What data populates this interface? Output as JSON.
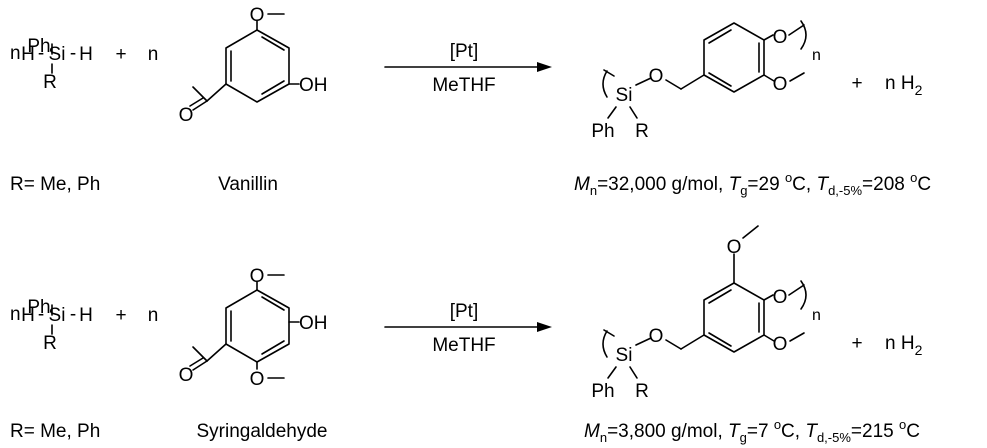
{
  "atoms": {
    "ph": "Ph",
    "h": "H",
    "si": "Si",
    "r": "R",
    "o": "O",
    "oh": "OH",
    "n": "n"
  },
  "glyphs": {
    "silane_dash": "-",
    "plus": "+",
    "coef": "n"
  },
  "reaction": {
    "catalyst": "[Pt]",
    "solvent": "MeTHF",
    "byproduct": "n H",
    "byproduct_sub": "2"
  },
  "rows": [
    {
      "substituent_label": "R= Me, Ph",
      "aldehyde_name": "Vanillin",
      "properties": {
        "mn_var": "M",
        "mn_sub": "n",
        "mn_value": "=32,000 g/mol, ",
        "tg_var": "T",
        "tg_sub": "g",
        "tg_value": "=29 ",
        "deg": "o",
        "unit": "C, ",
        "td_var": "T",
        "td_sub": "d,-5%",
        "td_value": "=208 ",
        "unit_end": "C"
      }
    },
    {
      "substituent_label": "R= Me, Ph",
      "aldehyde_name": "Syringaldehyde",
      "properties": {
        "mn_var": "M",
        "mn_sub": "n",
        "mn_value": "=3,800 g/mol, ",
        "tg_var": "T",
        "tg_sub": "g",
        "tg_value": "=7 ",
        "deg": "o",
        "unit": "C, ",
        "td_var": "T",
        "td_sub": "d,-5%",
        "td_value": "=215 ",
        "unit_end": "C"
      }
    }
  ]
}
